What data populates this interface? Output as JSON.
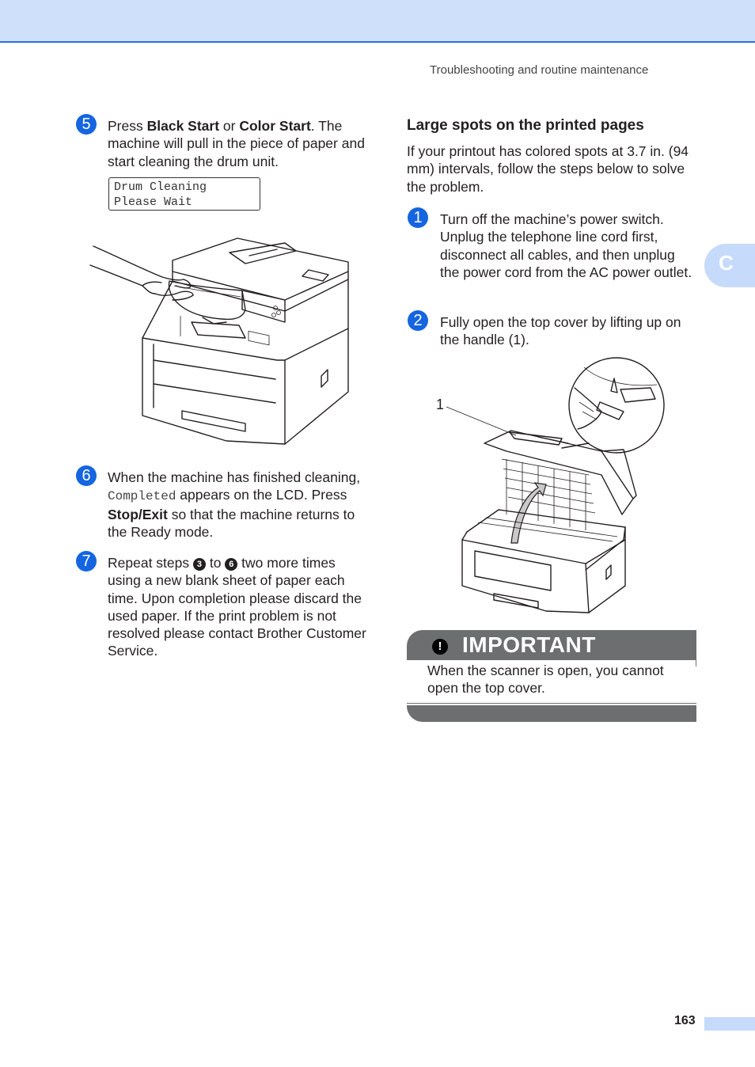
{
  "header": {
    "running_title": "Troubleshooting and routine maintenance"
  },
  "side_tab": {
    "label": "C"
  },
  "left_column": {
    "step5": {
      "number": "5",
      "text_1": "Press ",
      "bold_1": "Black Start",
      "text_2": " or ",
      "bold_2": "Color Start",
      "text_3": ". The machine will pull in the piece of paper and start cleaning the drum unit."
    },
    "lcd": {
      "line1": "Drum Cleaning",
      "line2": "Please Wait"
    },
    "step6": {
      "number": "6",
      "text_1": "When the machine has finished cleaning, ",
      "mono": "Completed",
      "text_2": " appears on the LCD. Press ",
      "bold": "Stop/Exit",
      "text_3": " so that the machine returns to the Ready mode."
    },
    "step7": {
      "number": "7",
      "text_1": "Repeat steps ",
      "ref_a": "3",
      "text_2": " to ",
      "ref_b": "6",
      "text_3": " two more times using a new blank sheet of paper each time. Upon completion please discard the used paper. If the print problem is not resolved please contact Brother Customer Service."
    }
  },
  "right_column": {
    "heading": "Large spots on the printed pages",
    "intro": "If your printout has colored spots at 3.7 in. (94 mm) intervals, follow the steps below to solve the problem.",
    "step1": {
      "number": "1",
      "text": "Turn off the machine’s power switch. Unplug the telephone line cord first, disconnect all cables, and then unplug the power cord from the AC power outlet."
    },
    "step2": {
      "number": "2",
      "text": "Fully open the top cover by lifting up on the handle (1)."
    },
    "figure_callout": "1",
    "important": {
      "icon": "!",
      "title": "IMPORTANT",
      "body": "When the scanner is open, you cannot open the top cover."
    }
  },
  "footer": {
    "page_number": "163"
  }
}
